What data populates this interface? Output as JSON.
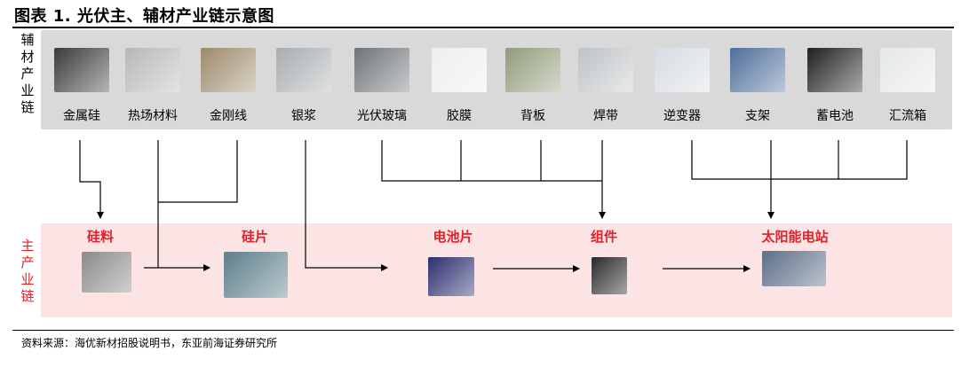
{
  "title": "图表 1.    光伏主、辅材产业链示意图",
  "aux_chain_label": "辅材产业链",
  "main_chain_label": "主产业链",
  "aux_items": [
    {
      "label": "金属硅",
      "icon": "metal-silicon-icon",
      "color": "#3a3a3a"
    },
    {
      "label": "热场材料",
      "icon": "thermal-field-icon",
      "color": "#b7b7b7"
    },
    {
      "label": "金刚线",
      "icon": "diamond-wire-icon",
      "color": "#9c8a6a"
    },
    {
      "label": "银浆",
      "icon": "silver-paste-icon",
      "color": "#a8adb0"
    },
    {
      "label": "光伏玻璃",
      "icon": "pv-glass-icon",
      "color": "#6e7478"
    },
    {
      "label": "胶膜",
      "icon": "film-icon",
      "color": "#eeeeee"
    },
    {
      "label": "背板",
      "icon": "backsheet-icon",
      "color": "#8f9b7a"
    },
    {
      "label": "焊带",
      "icon": "ribbon-icon",
      "color": "#bfc3c6"
    },
    {
      "label": "逆变器",
      "icon": "inverter-icon",
      "color": "#d7dde3"
    },
    {
      "label": "支架",
      "icon": "bracket-icon",
      "color": "#4d6e9a"
    },
    {
      "label": "蓄电池",
      "icon": "battery-icon",
      "color": "#1f1f1f"
    },
    {
      "label": "汇流箱",
      "icon": "combiner-box-icon",
      "color": "#e4e8e4"
    }
  ],
  "main_items": [
    {
      "label": "硅料",
      "icon": "polysilicon-icon",
      "color": "#8b8b8b"
    },
    {
      "label": "硅片",
      "icon": "wafer-icon",
      "color": "#5e7f8a"
    },
    {
      "label": "电池片",
      "icon": "cell-icon",
      "color": "#2b2f6e"
    },
    {
      "label": "组件",
      "icon": "module-icon",
      "color": "#2a2a2a"
    },
    {
      "label": "太阳能电站",
      "icon": "power-station-icon",
      "color": "#5d6f86"
    }
  ],
  "source": "资料来源：海优新材招股说明书，东亚前海证券研究所"
}
